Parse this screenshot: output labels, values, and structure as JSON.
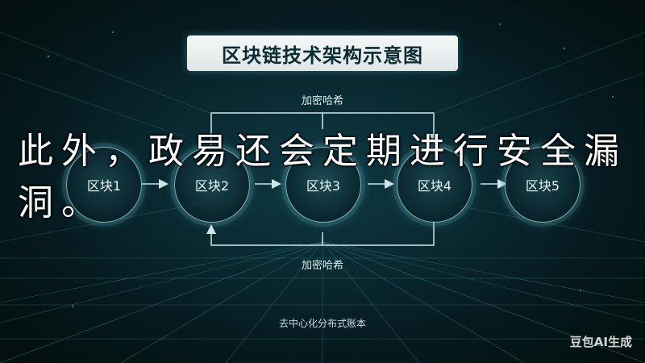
{
  "diagram": {
    "title": "区块链技术架构示意图",
    "blocks": [
      "区块1",
      "区块2",
      "区块3",
      "区块4",
      "区块5"
    ],
    "top_label": "加密哈希",
    "bottom_label": "加密哈希",
    "footer_label": "去中心化分布式账本"
  },
  "overlay_text": "此外，政易还会定期进行安全漏洞。",
  "watermark": "豆包AI生成",
  "colors": {
    "background": "#0a2b33",
    "title_box": "#eef3f3",
    "title_text": "#0c2c33",
    "block_border": "#aadce1",
    "line": "#cfe6e8"
  }
}
